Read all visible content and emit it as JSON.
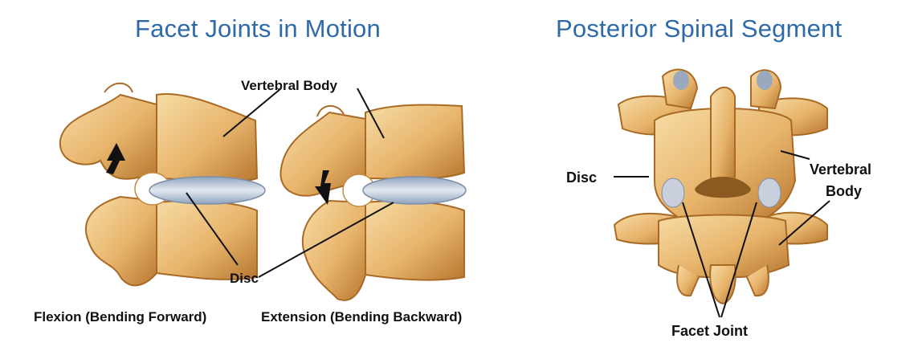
{
  "titles": {
    "left": "Facet Joints in Motion",
    "right": "Posterior Spinal Segment"
  },
  "labels": {
    "vertebral_body": "Vertebral Body",
    "disc": "Disc",
    "flexion": "Flexion (Bending Forward)",
    "extension": "Extension (Bending Backward)",
    "disc_right": "Disc",
    "vertebral_right_line1": "Vertebral",
    "vertebral_right_line2": "Body",
    "facet_joint": "Facet Joint"
  },
  "colors": {
    "title": "#2f6aa8",
    "bone": "#e9b870",
    "bone_dark": "#b9772f",
    "disc": "#b9c6d8",
    "arrow": "#111111"
  }
}
